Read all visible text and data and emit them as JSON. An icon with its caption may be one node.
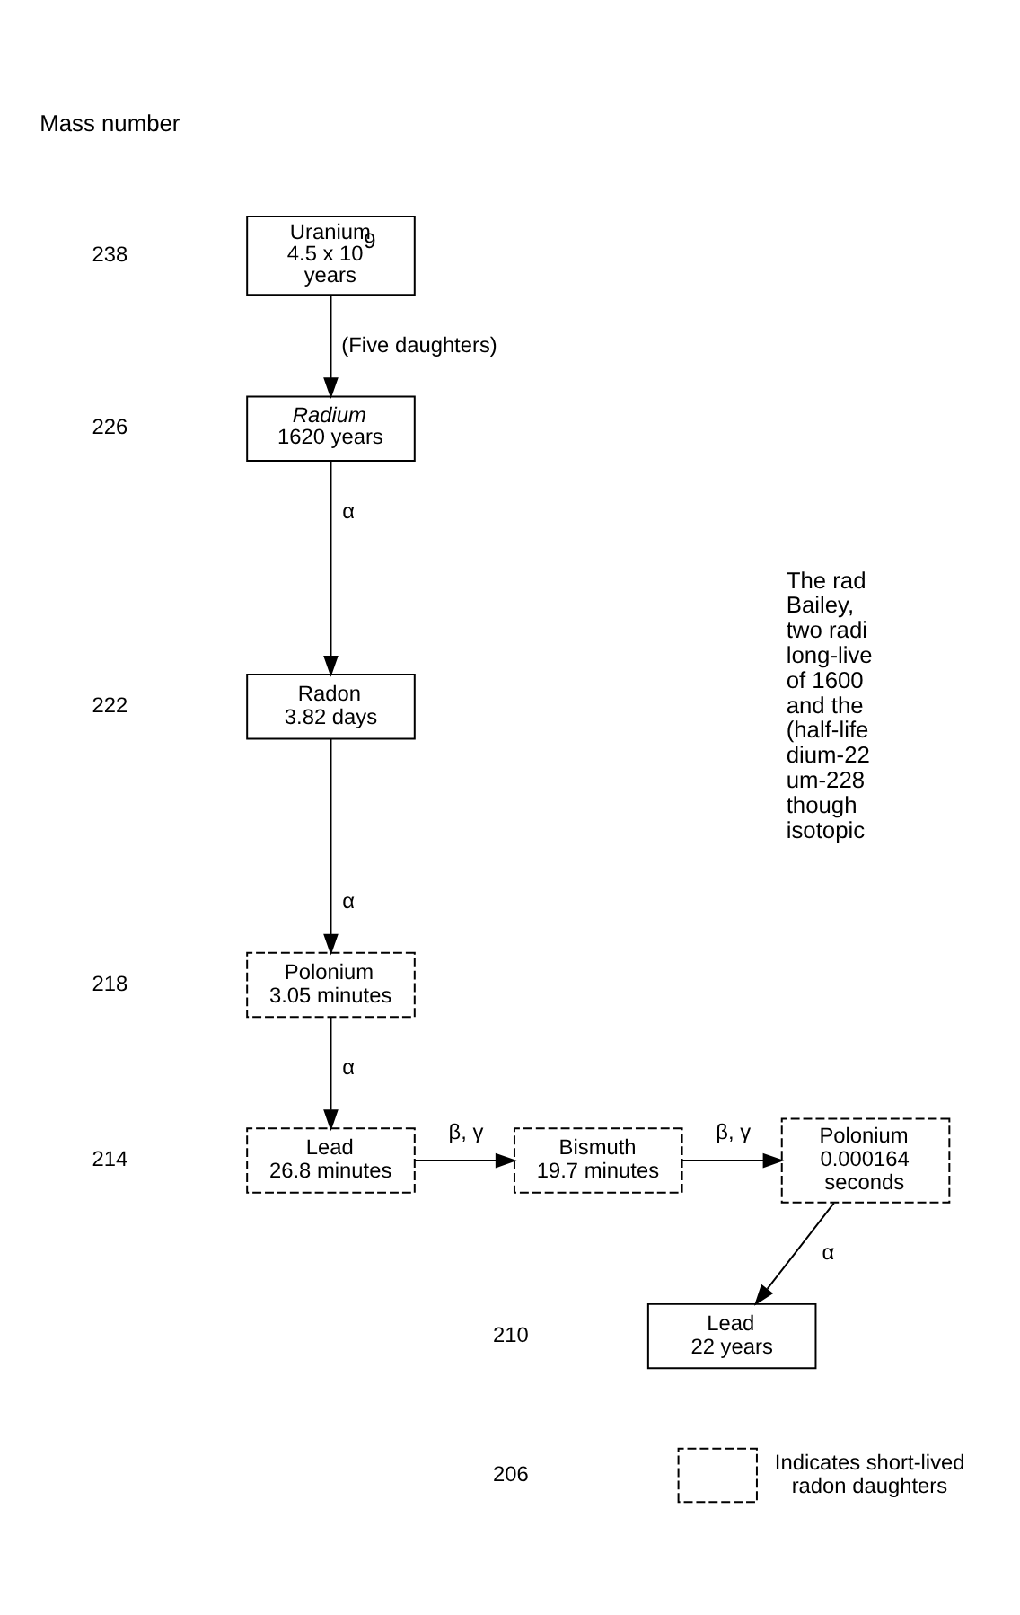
{
  "diagram": {
    "nodes": [
      {
        "text": [
          "Uranium",
          "4.5 x 10$^{9}$ years"
        ]
      },
      {
        "text": [
          "Radium",
          "1620 years"
        ]
      },
      {
        "text": [
          "Radon",
          "3.82 days"
        ]
      },
      {
        "text": [
          "Polonium",
          "3.05 minutes"
        ]
      },
      {
        "text": [
          "Lead",
          "26.8 minutes"
        ]
      },
      {
        "text": [
          "Bismuth",
          "19.7 minutes"
        ]
      },
      {
        "text": [
          "Polonium",
          "0.000164 seconds"
        ]
      },
      {
        "text": [
          "Lead",
          "22 years"
        ]
      }
    ],
    "edges": [
      {
        "from": 0,
        "to": 1,
        "arrow": "to",
        "label": "(Five daughters)"
      },
      {
        "from": 1,
        "to": 2,
        "arrow": "to",
        "label": "α"
      },
      {
        "from": 2,
        "to": 3,
        "arrow": "to",
        "label": "α"
      },
      {
        "from": 3,
        "to": 4,
        "arrow": "to",
        "label": "α"
      },
      {
        "from": 4,
        "to": 5,
        "arrow": "to",
        "label": "β, γ"
      },
      {
        "from": 5,
        "to": 6,
        "arrow": "to",
        "label": "β, γ"
      },
      {
        "from": 6,
        "to": 7,
        "arrow": "to",
        "label": "α"
      }
    ],
    "labels": [
      "Mass number",
      "238",
      "226",
      "222",
      "218",
      "214",
      "210",
      "206",
      "The rad Bailey, two radi long-live of 1600 and the (half-life dium-22 um-228 though isotopic"
    ],
    "legend": [
      {
        "text": "Indicates short-lived radon daughters"
      }
    ]
  }
}
